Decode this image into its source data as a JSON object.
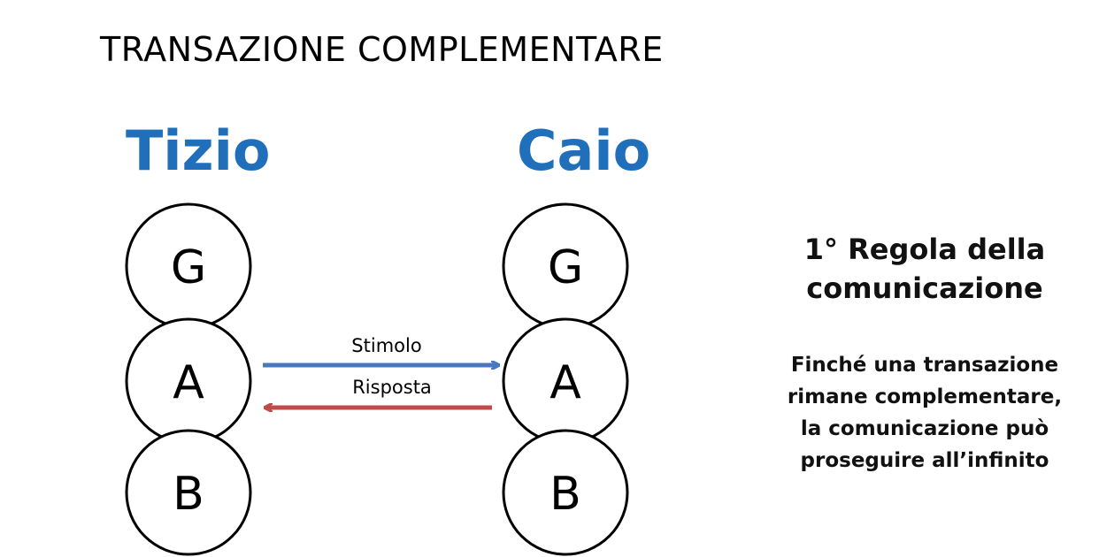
{
  "title": "TRANSAZIONE COMPLEMENTARE",
  "persons": {
    "left": "Tizio",
    "right": "Caio"
  },
  "states": {
    "g": "G",
    "a": "A",
    "b": "B"
  },
  "arrows": {
    "stimulus": "Stimolo",
    "response": "Risposta"
  },
  "rule": {
    "title_line1": "1° Regola della",
    "title_line2": "comunicazione",
    "body_line1": "Finché una transazione",
    "body_line2": "rimane complementare,",
    "body_line3": "la comunicazione può",
    "body_line4": "proseguire all’infinito"
  },
  "colors": {
    "person_name": "#1f6fba",
    "stimulus_arrow": "#4a78be",
    "response_arrow": "#be4b48"
  }
}
